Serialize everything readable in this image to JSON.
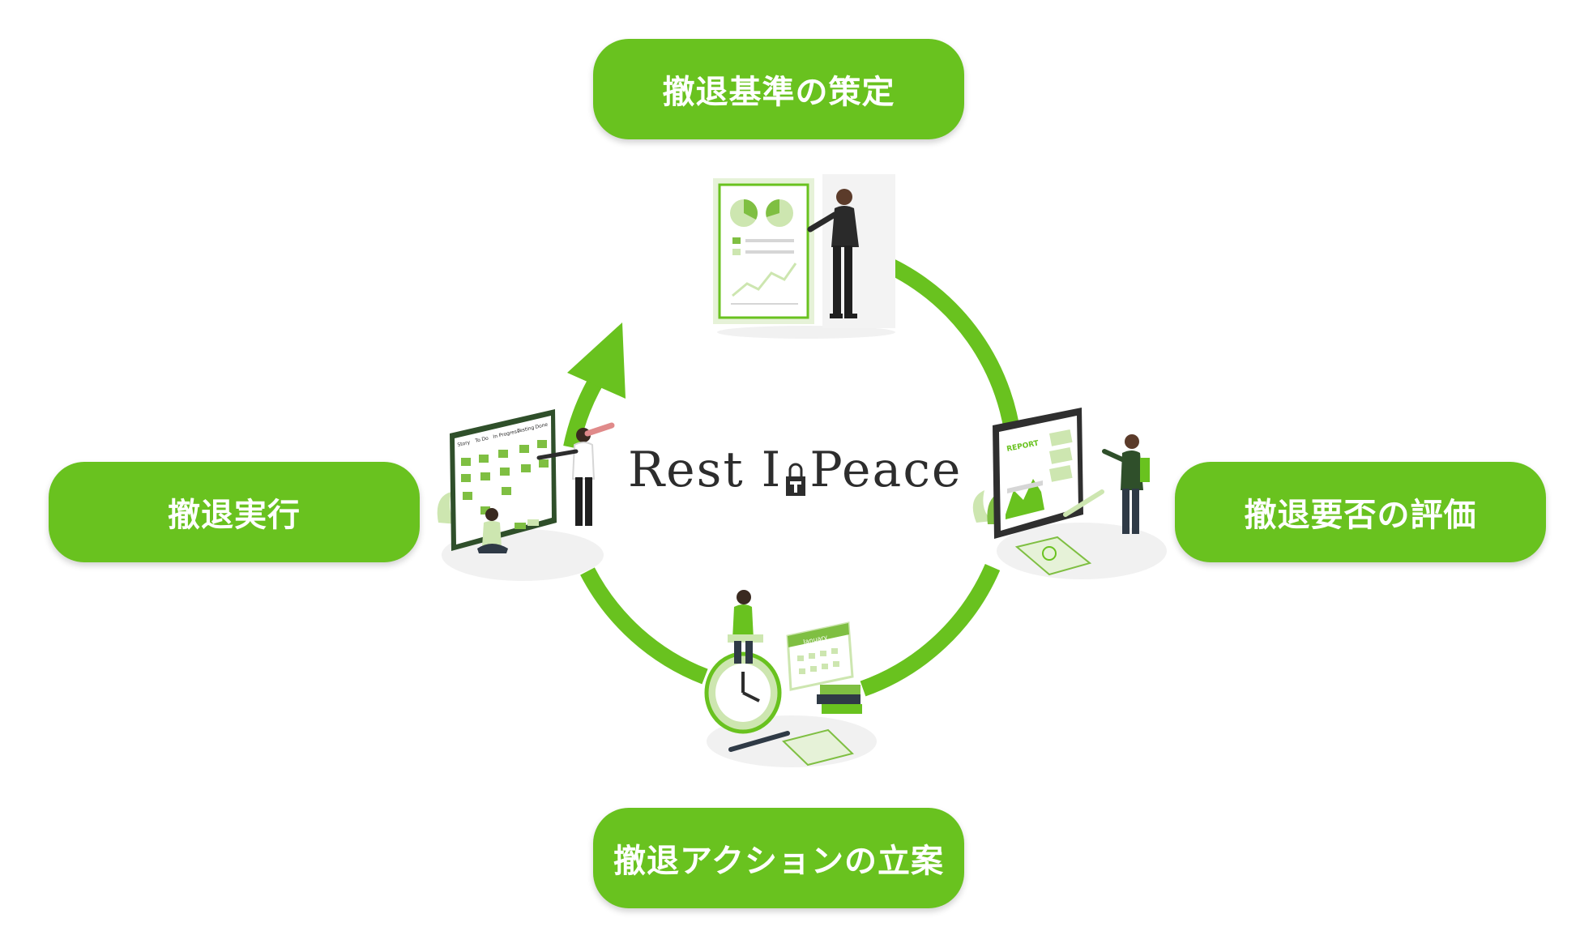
{
  "stages": {
    "top": {
      "label": "撤退基準の策定"
    },
    "right": {
      "label": "撤退要否の評価"
    },
    "bottom": {
      "label": "撤退アクションの立案"
    },
    "left": {
      "label": "撤退実行"
    }
  },
  "brand": {
    "part1": "Rest I",
    "part2": " Peace"
  },
  "illustration_labels": {
    "right_report": "REPORT",
    "bottom_calendar": "January",
    "left_board_columns": [
      "Story",
      "To Do",
      "In Progress",
      "Testing",
      "Done"
    ]
  },
  "colors": {
    "accent": "#69c21f",
    "accent_dark": "#4a8a18",
    "accent_light": "#cde6b0",
    "text_dark": "#2d2d2d"
  }
}
